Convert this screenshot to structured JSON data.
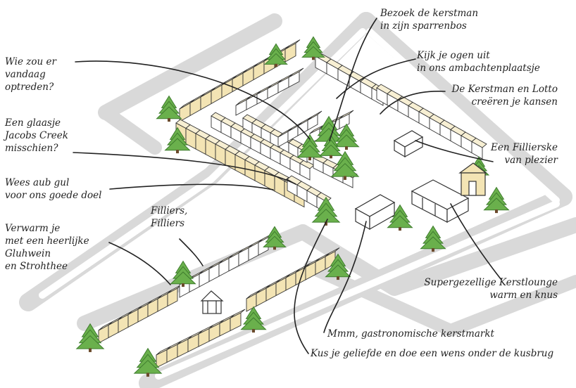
{
  "labels": {
    "kerstman_sparrenbos": "Bezoek de kerstman\nin zijn sparrenbos",
    "ambachtenplaatsje": "Kijk je ogen uit\nin ons ambachtenplaatsje",
    "kerstman_lotto": "De Kerstman en Lotto\ncreëren je kansen",
    "filliers_plezier": "Een Fillierske\nvan plezier",
    "wie_optreden": "Wie zou er\nvandaag\noptreden?",
    "jacobs_creek": "Een glaasje\nJacobs Creek\nmisschien?",
    "goede_doel": "Wees aub gul\nvoor ons goede doel",
    "filliers": "Filliers,\nFilliers",
    "gluhwein": "Verwarm je\nmet een heerlijke\nGluhwein\nen Strohthee",
    "kerstlounge": "Supergezellige Kerstlounge\nwarm en knus",
    "gastronomische": "Mmm, gastronomische kerstmarkt",
    "kusbrug": "Kus je geliefde en doe een wens onder de kusbrug"
  },
  "colors": {
    "road": "#d9d9d9",
    "stall": "#f3e4b4",
    "stall_roof": "#f7efd3",
    "tree": "#6ab04c",
    "tree_dark": "#3f7d2e",
    "line": "#222222"
  },
  "icons": {
    "tree": "fir-tree-icon",
    "stall": "market-stall-icon",
    "pavilion": "gazebo-icon",
    "lounge": "lounge-tent-icon",
    "house": "chalet-icon"
  }
}
